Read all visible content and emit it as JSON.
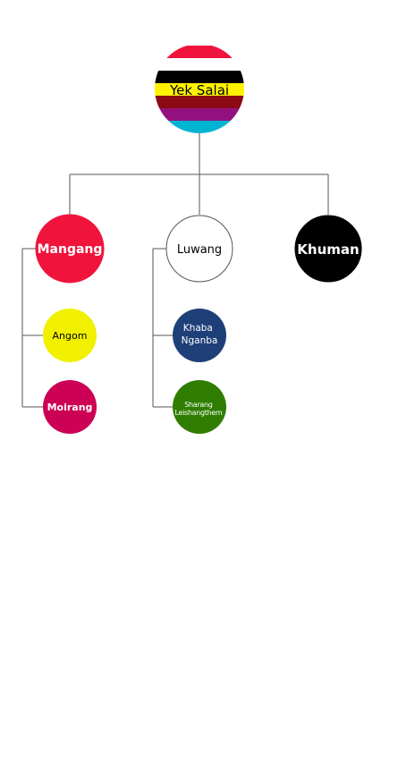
{
  "root": {
    "label": "Yek Salai",
    "stripe_colors": [
      "#ffffff",
      "#f0143c",
      "#ffffff",
      "#000000",
      "#fff200",
      "#8b0a14",
      "#93117e",
      "#00b4d2"
    ],
    "label_color": "#000000"
  },
  "branches": [
    {
      "label": "Mangang",
      "fill": "#f0143c",
      "stroke": "#f0143c",
      "text_color": "#ffffff",
      "children": [
        {
          "label": "Angom",
          "fill": "#f0f000",
          "text_color": "#000000"
        },
        {
          "label": "Moirang",
          "fill": "#cc0055",
          "text_color": "#ffffff"
        }
      ]
    },
    {
      "label": "Luwang",
      "fill": "#ffffff",
      "stroke": "#555555",
      "text_color": "#000000",
      "children": [
        {
          "label": "Khaba Nganba",
          "lines": [
            "Khaba",
            "Nganba"
          ],
          "fill": "#1f3f78",
          "text_color": "#ffffff"
        },
        {
          "label": "Sharang Leishangthem",
          "lines": [
            "Sharang",
            "Leishangthem"
          ],
          "fill": "#2e7d00",
          "text_color": "#ffffff"
        }
      ]
    },
    {
      "label": "Khuman",
      "fill": "#000000",
      "stroke": "#000000",
      "text_color": "#ffffff",
      "children": []
    }
  ],
  "connector_color": "#555555"
}
